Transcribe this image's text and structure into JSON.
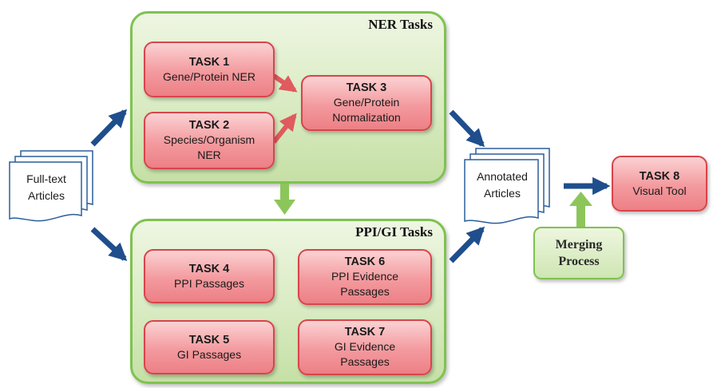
{
  "ner_panel": {
    "title": "NER Tasks"
  },
  "ppi_panel": {
    "title": "PPI/GI Tasks"
  },
  "tasks": {
    "task1": {
      "title": "TASK 1",
      "desc": "Gene/Protein NER"
    },
    "task2": {
      "title": "TASK 2",
      "desc": "Species/Organism\nNER"
    },
    "task3": {
      "title": "TASK 3",
      "desc": "Gene/Protein\nNormalization"
    },
    "task4": {
      "title": "TASK 4",
      "desc": "PPI Passages"
    },
    "task5": {
      "title": "TASK 5",
      "desc": "GI Passages"
    },
    "task6": {
      "title": "TASK 6",
      "desc": "PPI Evidence\nPassages"
    },
    "task7": {
      "title": "TASK 7",
      "desc": "GI Evidence\nPassages"
    },
    "task8": {
      "title": "TASK 8",
      "desc": "Visual Tool"
    }
  },
  "documents": {
    "fulltext": "Full-text\nArticles",
    "annotated": "Annotated\nArticles"
  },
  "merge": {
    "label": "Merging\nProcess"
  },
  "colors": {
    "green_border": "#7fc24f",
    "red_border": "#d9444b",
    "blue_arrow": "#1f4e8c",
    "red_arrow": "#e05a5e",
    "green_arrow": "#8cc65a"
  }
}
